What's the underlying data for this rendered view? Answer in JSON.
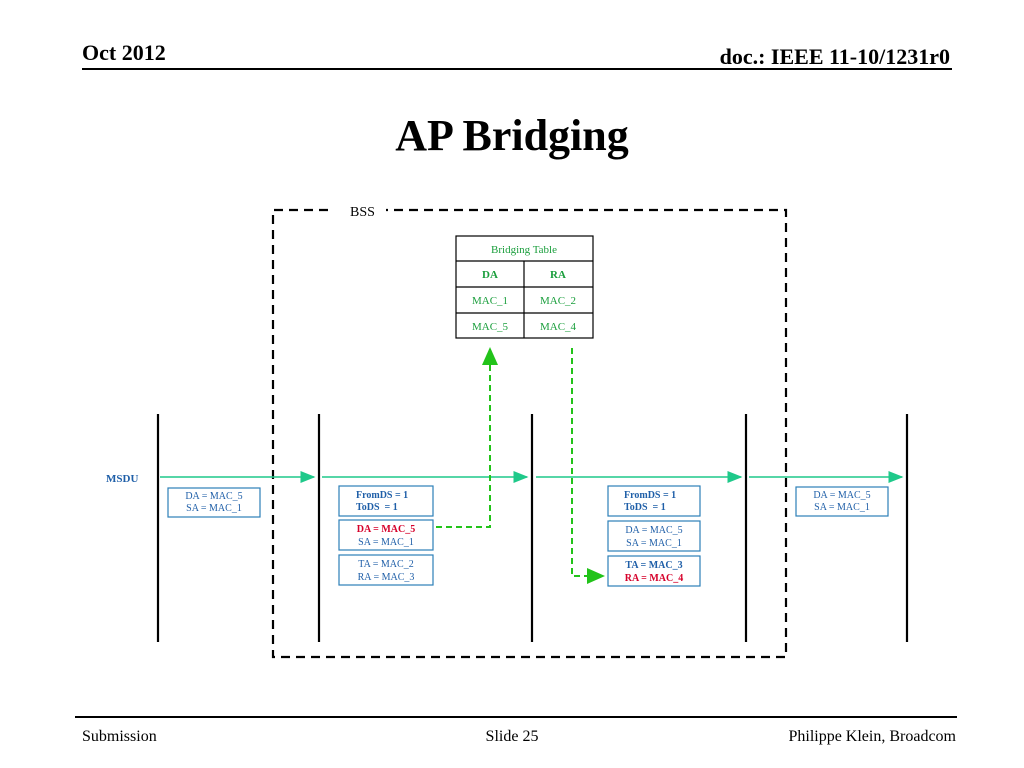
{
  "header": {
    "date": "Oct 2012",
    "doc_id": "doc.: IEEE 11-10/1231r0"
  },
  "title": "AP Bridging",
  "footer": {
    "left": "Submission",
    "center": "Slide 25",
    "right": "Philippe Klein, Broadcom"
  },
  "diagram": {
    "bss_label": "BSS",
    "msdu_label": "MSDU",
    "bridging_table": {
      "title": "Bridging Table",
      "headers": [
        "DA",
        "RA"
      ],
      "rows": [
        [
          "MAC_1",
          "MAC_2"
        ],
        [
          "MAC_5",
          "MAC_4"
        ]
      ]
    },
    "frames": {
      "msdu_left": {
        "line1": "DA = MAC_5",
        "line2": "SA = MAC_1"
      },
      "ap_in_ctrl": {
        "line1": "FromDS = 1",
        "line2": "ToDS  = 1"
      },
      "ap_in_addr": {
        "line1": "DA = MAC_5",
        "line2": "SA = MAC_1"
      },
      "ap_in_link": {
        "line1": "TA = MAC_2",
        "line2": "RA = MAC_3"
      },
      "ap_out_ctrl": {
        "line1": "FromDS = 1",
        "line2": "ToDS  = 1"
      },
      "ap_out_addr": {
        "line1": "DA = MAC_5",
        "line2": "SA = MAC_1"
      },
      "ap_out_link": {
        "line1": "TA = MAC_3",
        "line2": "RA = MAC_4"
      },
      "msdu_right": {
        "line1": "DA = MAC_5",
        "line2": "SA = MAC_1"
      }
    },
    "colors": {
      "table_text": "#1a9e3c",
      "frame_text": "#1f5fa8",
      "highlight_text": "#d6002a",
      "arrow_green": "#1fc98a",
      "dashed_green": "#22c31a",
      "box_border": "#2c7fb8"
    }
  }
}
